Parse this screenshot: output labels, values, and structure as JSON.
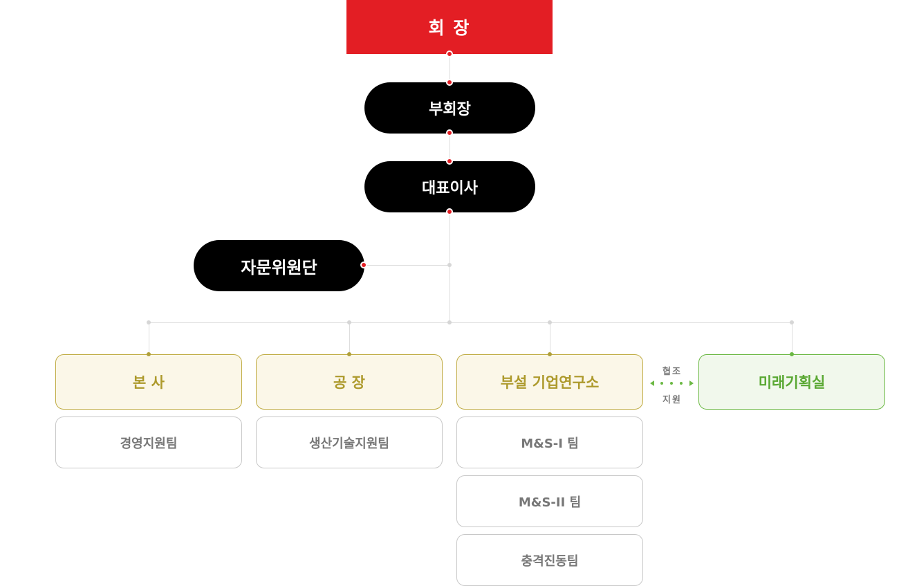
{
  "chairman": "회 장",
  "vice_chairman": "부회장",
  "ceo": "대표이사",
  "advisory": "자문위원단",
  "departments": [
    {
      "name": "본 사",
      "teams": [
        "경영지원팀"
      ]
    },
    {
      "name": "공 장",
      "teams": [
        "생산기술지원팀"
      ]
    },
    {
      "name": "부설 기업연구소",
      "teams": [
        "M&S-I 팀",
        "M&S-II 팀",
        "충격진동팀"
      ]
    },
    {
      "name": "미래기획실",
      "teams": []
    }
  ],
  "support": {
    "top": "협조",
    "bottom": "지원"
  },
  "colors": {
    "chairman_bg": "#e31e24",
    "pill_bg": "#000000",
    "dept_border": "#c0ac44",
    "dept_text": "#ad9a2c",
    "future_border": "#6bb843",
    "future_text": "#5aa833",
    "connector": "#dddddd"
  }
}
